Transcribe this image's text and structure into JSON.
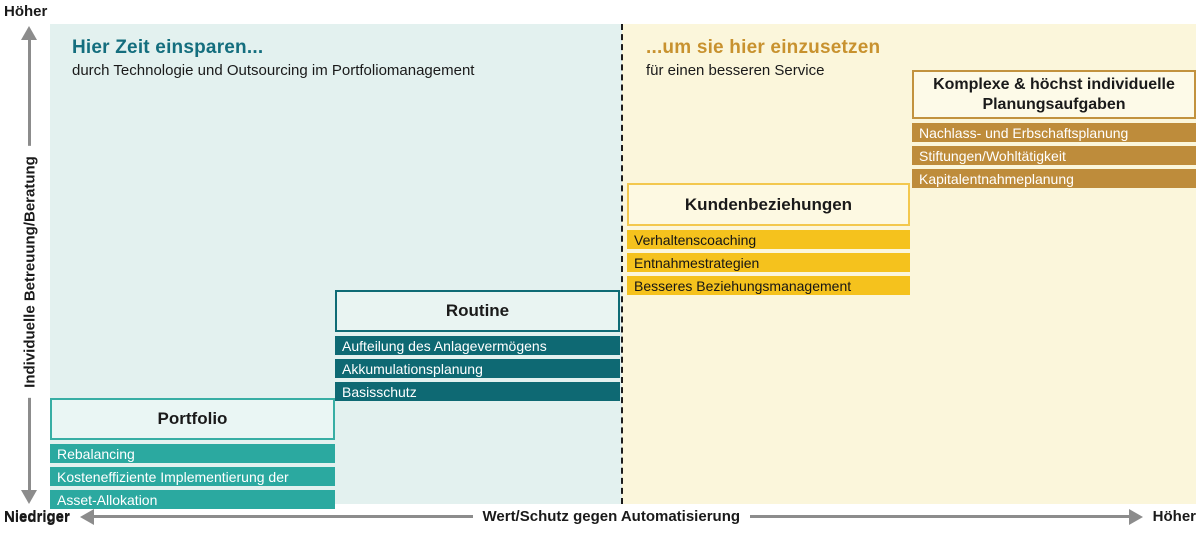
{
  "y_axis": {
    "label": "Individuelle Betreuung/Beratung",
    "top_label": "Höher",
    "bottom_label": "Niedriger"
  },
  "x_axis": {
    "label": "Wert/Schutz gegen Automatisierung",
    "left_label": "Niedriger",
    "right_label": "Höher"
  },
  "left_region": {
    "title": "Hier Zeit einsparen...",
    "subtitle": "durch Technologie und Outsourcing im Portfoliomanagement",
    "background_color": "#e3f1ef",
    "title_color": "#146e7e"
  },
  "right_region": {
    "title": "...um sie hier einzusetzen",
    "subtitle": "für einen besseren Service",
    "background_color": "#fbf6db",
    "title_color": "#c8922f"
  },
  "groups": [
    {
      "title": "Portfolio",
      "items": [
        "Rebalancing",
        "Kosteneffiziente Implementierung der",
        "Asset-Allokation"
      ],
      "bar_color": "#2ba9a0",
      "bar_text_color": "#ffffff",
      "header_border_color": "#38aea4"
    },
    {
      "title": "Routine",
      "items": [
        "Aufteilung des Anlagevermögens",
        "Akkumulationsplanung",
        "Basisschutz"
      ],
      "bar_color": "#0e6973",
      "bar_text_color": "#ffffff",
      "header_border_color": "#0f6b75"
    },
    {
      "title": "Kundenbeziehungen",
      "items": [
        "Verhaltenscoaching",
        "Entnahmestrategien",
        "Besseres Beziehungsmanagement"
      ],
      "bar_color": "#f5c21d",
      "bar_text_color": "#151515",
      "header_border_color": "#f3c84e"
    },
    {
      "title": "Komplexe & höchst individuelle Planungsaufgaben",
      "items": [
        "Nachlass- und Erbschaftsplanung",
        "Stiftungen/Wohltätigkeit",
        "Kapitalentnahmeplanung"
      ],
      "bar_color": "#be8c3b",
      "bar_text_color": "#ffffff",
      "header_border_color": "#c2923e"
    }
  ]
}
